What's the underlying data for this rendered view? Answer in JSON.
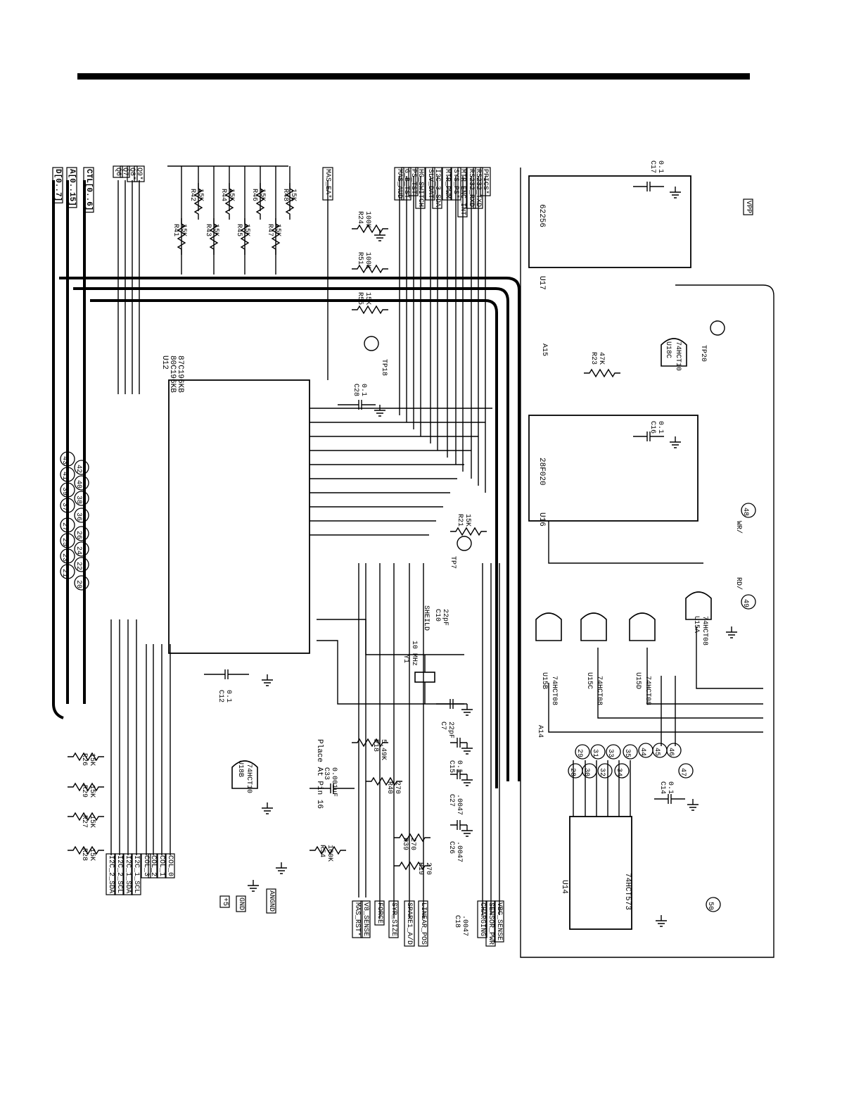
{
  "buses": [
    "D[0..7]",
    "A[0..15]",
    "CTL[0..6]"
  ],
  "top_signals": [
    "Q6",
    "Q7",
    "Q8*",
    "Q9*",
    "MAS_EA*"
  ],
  "right_signals": [
    "MAS_AUD",
    "G_B_TST",
    "PS_TST",
    "HG_SWITCH",
    "SLV_DAT",
    "I2C_3_SDA",
    "MTR_PWM",
    "SYS_PS*",
    "MTR_ENC_INT",
    "RS232_RXD",
    "RS232_TXD",
    "PPICS*"
  ],
  "left_signals": [
    "I2C_2_SDA",
    "I2C_2_SCL",
    "I2C_1_SDA",
    "I2C_1_SCL",
    "COL_3",
    "COL_2",
    "COL_1",
    "COL_0"
  ],
  "bottom_signals": [
    "MAS_RST*",
    "V8_SENSE",
    "FORCE",
    "SYR_SIZE",
    "SPARE1_A/D",
    "LINEAR_POS",
    "CHARGING",
    "SENSOR_PWR",
    "VBC_SENSE"
  ],
  "power_labels": [
    "+5",
    "GND",
    "ANGND",
    "VPP"
  ],
  "chips": {
    "u12": {
      "ref": "U12",
      "part1": "80C196KB",
      "part2": "87C196KB"
    },
    "u16": {
      "ref": "U16",
      "part": "28F020"
    },
    "u17": {
      "ref": "U17",
      "part": "62256"
    },
    "u14": {
      "ref": "U14",
      "part": "74HCT573"
    },
    "u15a": {
      "ref": "U15A",
      "part": "74HCT08"
    },
    "u15b": {
      "ref": "U15B",
      "part": "74HCT08"
    },
    "u15c": {
      "ref": "U15C",
      "part": "74HCT08"
    },
    "u15d": {
      "ref": "U15D",
      "part": "74HCT08"
    },
    "u18b": {
      "ref": "U18B",
      "part": "74HCT10"
    },
    "u18c": {
      "ref": "U18C",
      "part": "74HCT10"
    }
  },
  "resistors": [
    {
      "ref": "R41",
      "value": "15K"
    },
    {
      "ref": "R42",
      "value": "15K"
    },
    {
      "ref": "R43",
      "value": "15K"
    },
    {
      "ref": "R44",
      "value": "15K"
    },
    {
      "ref": "R45",
      "value": "15K"
    },
    {
      "ref": "R46",
      "value": "15K"
    },
    {
      "ref": "R47",
      "value": "15K"
    },
    {
      "ref": "R48",
      "value": "15K"
    },
    {
      "ref": "R24",
      "value": "100K"
    },
    {
      "ref": "R51",
      "value": "100K"
    },
    {
      "ref": "R55",
      "value": "15K"
    },
    {
      "ref": "R23",
      "value": "47K"
    },
    {
      "ref": "R21",
      "value": "15K"
    },
    {
      "ref": "R26",
      "value": "15K"
    },
    {
      "ref": "R29",
      "value": "15K"
    },
    {
      "ref": "R27",
      "value": "15K"
    },
    {
      "ref": "R28",
      "value": "15K"
    },
    {
      "ref": "R18",
      "value": "5.49K"
    },
    {
      "ref": "R40",
      "value": "270"
    },
    {
      "ref": "R39",
      "value": "270"
    },
    {
      "ref": "R19",
      "value": "270"
    },
    {
      "ref": "R54",
      "value": "100K"
    }
  ],
  "capacitors": [
    {
      "ref": "C28",
      "value": "0.1"
    },
    {
      "ref": "C16",
      "value": "0.1"
    },
    {
      "ref": "C17",
      "value": "0.1"
    },
    {
      "ref": "C12",
      "value": "0.1"
    },
    {
      "ref": "C10",
      "value": "22pF"
    },
    {
      "ref": "C7",
      "value": "22pF"
    },
    {
      "ref": "C33",
      "value": "0.001uF"
    },
    {
      "ref": "C15",
      "value": "0.1"
    },
    {
      "ref": "C27",
      "value": ".0047"
    },
    {
      "ref": "C26",
      "value": ".0047"
    },
    {
      "ref": "C18",
      "value": ".0047"
    },
    {
      "ref": "C14",
      "value": "0.1"
    }
  ],
  "crystal": {
    "ref": "Y1",
    "value": "10 MHz",
    "note": "SHEILD"
  },
  "test_points": [
    "TP18",
    "TP7",
    "TP20"
  ],
  "notes": {
    "place": "Place At Pin 16"
  },
  "connector_pins": [
    "20",
    "21",
    "22",
    "23",
    "24",
    "25",
    "26",
    "27",
    "28",
    "29",
    "30",
    "31",
    "32",
    "33",
    "34",
    "35",
    "36",
    "37",
    "38",
    "39",
    "40",
    "41",
    "42",
    "43",
    "44",
    "45",
    "46",
    "47",
    "48",
    "49",
    "50"
  ],
  "misc_labels": [
    "A14",
    "A15",
    "WR/",
    "RD/"
  ],
  "colors": {
    "ink": "#000000",
    "paper": "#ffffff"
  }
}
